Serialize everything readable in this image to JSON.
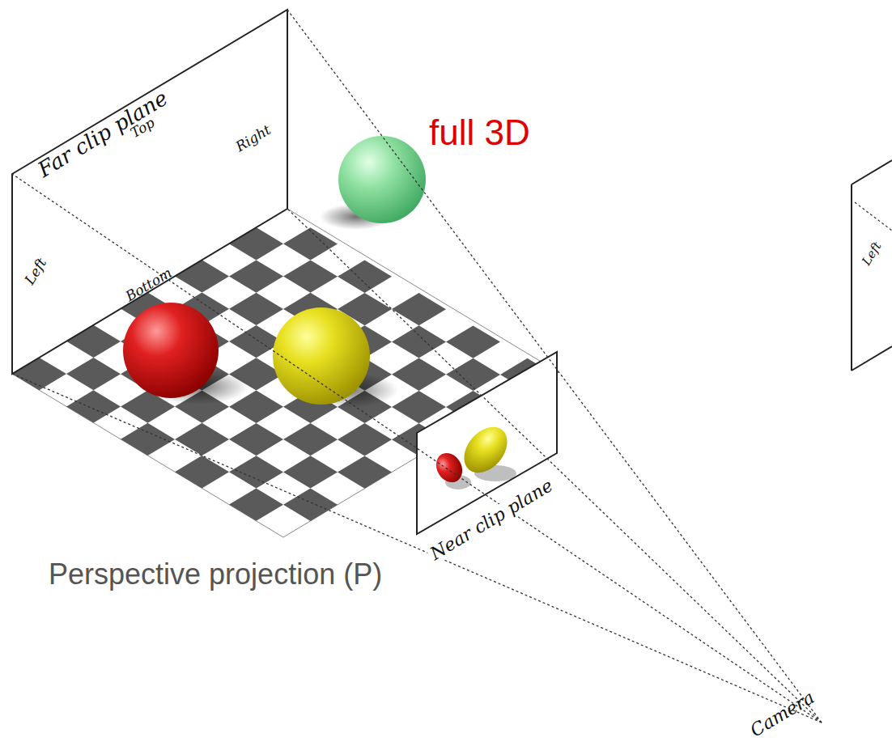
{
  "diagram": {
    "labels": [
      "Far clip plane",
      "Top",
      "Right",
      "Left",
      "Bottom",
      "Near clip plane",
      "full 3D",
      "Perspective projection (P)",
      "Camera",
      "Left"
    ]
  }
}
